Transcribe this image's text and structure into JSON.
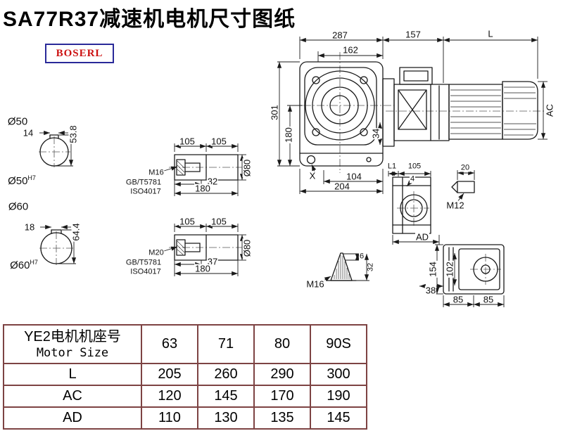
{
  "header": {
    "title": "SA77R37减速机电机尺寸图纸",
    "logo": "BOSERL"
  },
  "main_view": {
    "d287": "287",
    "d162": "162",
    "d157": "157",
    "dL": "L",
    "d301": "301",
    "d180": "180",
    "d34": "34",
    "dX": "X",
    "d104": "104",
    "d204": "204",
    "dAC": "AC"
  },
  "shaft_end_50": {
    "label": "Ø50",
    "key_width": "14",
    "key_height": "53.8",
    "bore": "Ø50",
    "bore_tol": "H7"
  },
  "shaft_end_60": {
    "label": "Ø60",
    "key_width": "18",
    "key_height": "64.4",
    "bore": "Ø60",
    "bore_tol": "H7"
  },
  "shaft_side_top": {
    "d105a": "105",
    "d105b": "105",
    "thread": "M16",
    "std1": "GB/T5781",
    "std2": "ISO4017",
    "d32": "32",
    "d180": "180",
    "d80": "Ø80"
  },
  "shaft_side_bottom": {
    "d105a": "105",
    "d105b": "105",
    "thread": "M20",
    "std1": "GB/T5781",
    "std2": "ISO4017",
    "d37": "37",
    "d180": "180",
    "d80": "Ø80"
  },
  "aux_views": {
    "dL1": "L1",
    "d105": "105",
    "d4": "4",
    "d20": "20",
    "m12": "M12",
    "dAD": "AD",
    "d154": "154",
    "d102": "102",
    "d38": "38",
    "d85a": "85",
    "d85b": "85",
    "d6": "6",
    "d32": "32",
    "m16": "M16"
  },
  "table": {
    "motor_size_label_cn": "YE2电机机座号",
    "motor_size_label_en": "Motor Size",
    "sizes": [
      "63",
      "71",
      "80",
      "90S"
    ],
    "rows": [
      {
        "label": "L",
        "values": [
          "205",
          "260",
          "290",
          "300"
        ]
      },
      {
        "label": "AC",
        "values": [
          "120",
          "145",
          "170",
          "190"
        ]
      },
      {
        "label": "AD",
        "values": [
          "110",
          "130",
          "135",
          "145"
        ]
      }
    ]
  },
  "colors": {
    "line": "#1a1a1a",
    "table_border": "#7d4343",
    "logo_border": "#2a2a99",
    "logo_text": "#cc1111"
  }
}
